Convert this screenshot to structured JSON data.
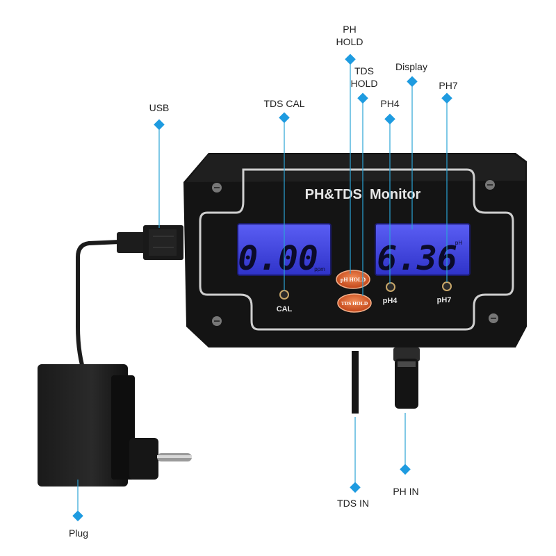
{
  "device": {
    "title": "PH&TDS  Monitor",
    "left_display": {
      "reading": "0.00",
      "unit": "ppm"
    },
    "right_display": {
      "reading": "6.36",
      "unit": "pH"
    },
    "buttons": {
      "ph_hold": "pH HOLD",
      "tds_hold": "TDS HOLD"
    },
    "indicators": {
      "cal": "CAL",
      "ph4": "pH4",
      "ph7": "pH7"
    }
  },
  "callouts": {
    "usb": "USB",
    "tds_cal": "TDS CAL",
    "ph_hold": "PH\nHOLD",
    "tds_hold": "TDS\nHOLD",
    "display": "Display",
    "ph4": "PH4",
    "ph7": "PH7",
    "plug": "Plug",
    "tds_in": "TDS IN",
    "ph_in": "PH IN"
  },
  "colors": {
    "callout_line": "#2aa3d6",
    "device_body": "#141414",
    "frame_line": "#c9c9c9",
    "lcd_blue": "#3b3fe0",
    "button_orange": "#d8582a"
  }
}
